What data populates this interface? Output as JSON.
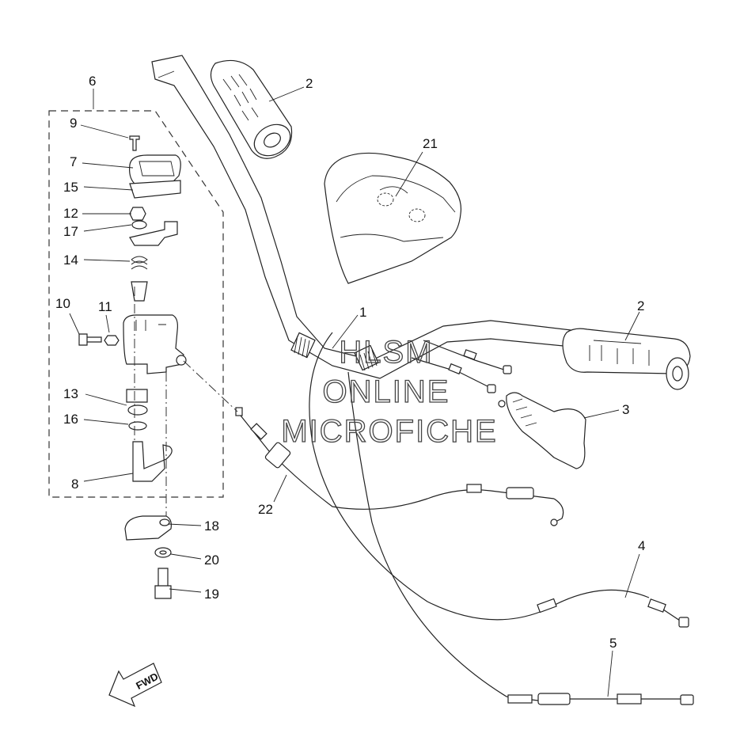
{
  "watermark": {
    "line1": "HLSM",
    "line2": "ONLINE",
    "line3": "MICROFICHE"
  },
  "direction_label": "FWD",
  "callouts": [
    "1",
    "2",
    "2",
    "3",
    "4",
    "5",
    "6",
    "7",
    "8",
    "9",
    "10",
    "11",
    "12",
    "13",
    "14",
    "15",
    "16",
    "17",
    "18",
    "19",
    "20",
    "21",
    "22"
  ]
}
